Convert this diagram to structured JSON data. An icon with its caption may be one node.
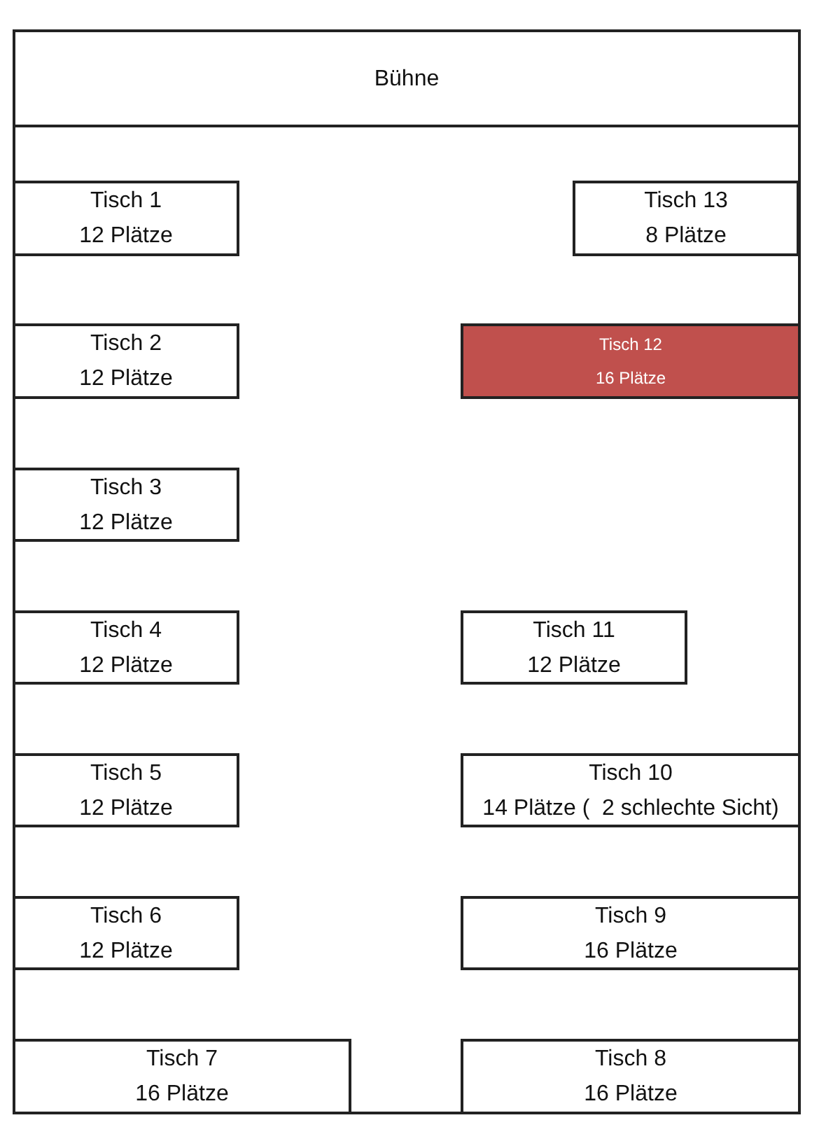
{
  "diagram": {
    "nodes": [
      {
        "text": [],
        "shape": "box"
      },
      {
        "text": [
          "Bühne"
        ],
        "in": 0
      },
      {
        "text": [
          "Tisch 1",
          "12 Plätze"
        ],
        "in": 0
      },
      {
        "text": [
          "Tisch 13",
          "8 Plätze"
        ],
        "in": 0
      },
      {
        "text": [
          "Tisch 2",
          "12 Plätze"
        ],
        "in": 0
      },
      {
        "text": [
          "Tisch 12",
          "16 Plätze"
        ],
        "in": 0
      },
      {
        "text": [
          "Tisch 3",
          "12 Plätze"
        ],
        "in": 0
      },
      {
        "text": [
          "Tisch 4",
          "12 Plätze"
        ],
        "in": 0
      },
      {
        "text": [
          "Tisch 11",
          "12 Plätze"
        ],
        "in": 0
      },
      {
        "text": [
          "Tisch 5",
          "12 Plätze"
        ],
        "in": 0
      },
      {
        "text": [
          "Tisch 10",
          "14 Plätze (  2 schlechte Sicht)"
        ],
        "in": 0
      },
      {
        "text": [
          "Tisch 6",
          "12 Plätze"
        ],
        "in": 0
      },
      {
        "text": [
          "Tisch 9",
          "16 Plätze"
        ],
        "in": 0
      },
      {
        "text": [
          "Tisch 7",
          "16 Plätze"
        ],
        "in": 0
      },
      {
        "text": [
          "Tisch 8",
          "16 Plätze"
        ],
        "in": 0
      }
    ]
  }
}
